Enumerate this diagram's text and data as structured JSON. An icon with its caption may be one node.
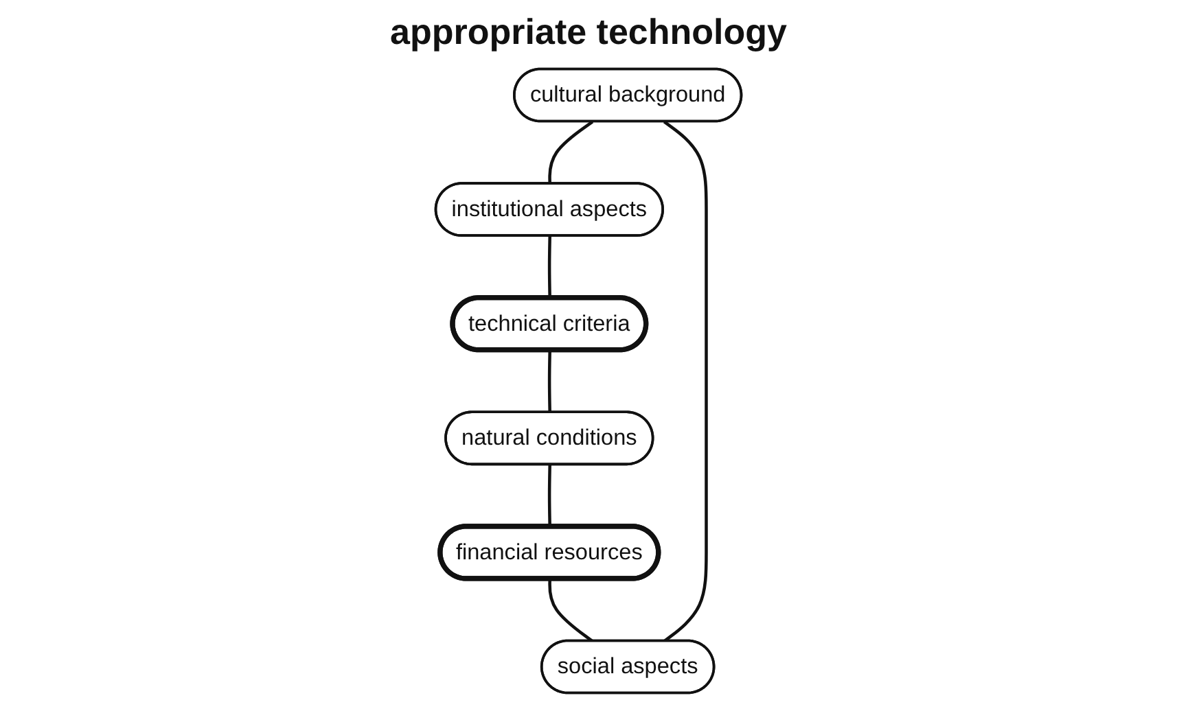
{
  "diagram": {
    "nodes": [
      {
        "text": [
          "cultural background"
        ]
      },
      {
        "text": [
          "social aspects"
        ]
      },
      {
        "text": [
          "institutional aspects"
        ]
      },
      {
        "text": [
          "financial resources"
        ]
      },
      {
        "text": [
          "technical criteria"
        ]
      },
      {
        "text": [
          "natural conditions"
        ]
      }
    ],
    "edges": [
      {
        "from": 1,
        "to": 0,
        "arrow": "none"
      },
      {
        "from": 0,
        "to": 2,
        "arrow": "none"
      },
      {
        "from": 2,
        "to": 4,
        "arrow": "none"
      },
      {
        "from": 4,
        "to": 5,
        "arrow": "none"
      },
      {
        "from": 5,
        "to": 3,
        "arrow": "none"
      },
      {
        "from": 3,
        "to": 1,
        "arrow": "none"
      }
    ],
    "labels": [
      "appropriate technology"
    ]
  }
}
